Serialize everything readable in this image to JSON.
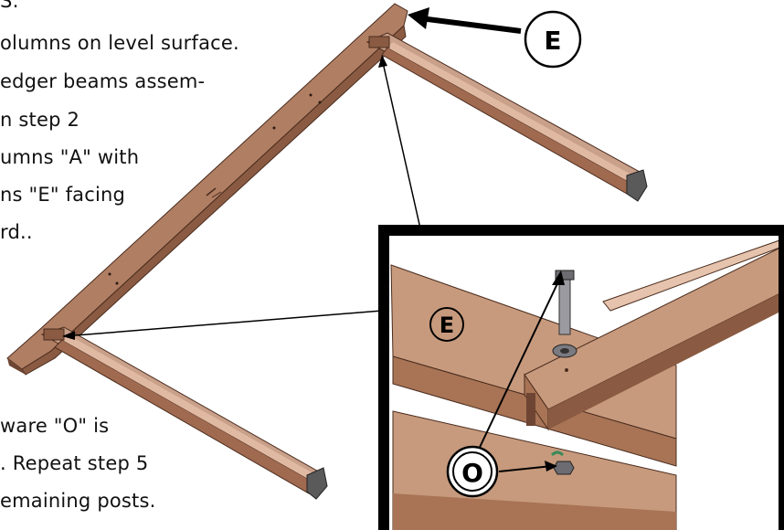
{
  "instructions": {
    "step_top_lines": [
      "S:",
      "olumns on level surface.",
      "edger beams assem-",
      "n step 2",
      "umns \"A\" with",
      "ns \"E\" facing",
      "rd.."
    ],
    "step_bottom_lines": [
      "ware \"O\" is",
      ". Repeat step 5",
      "emaining posts."
    ]
  },
  "callouts": {
    "label_e_main": "E",
    "label_e_detail": "E",
    "label_o_detail": "O"
  },
  "colors": {
    "wood_top": "#b07e63",
    "wood_side": "#8a5b42",
    "wood_dark": "#6e4532",
    "inset_wood": "#c79a7d",
    "inset_wood_side": "#a87455",
    "frame": "#000000"
  }
}
